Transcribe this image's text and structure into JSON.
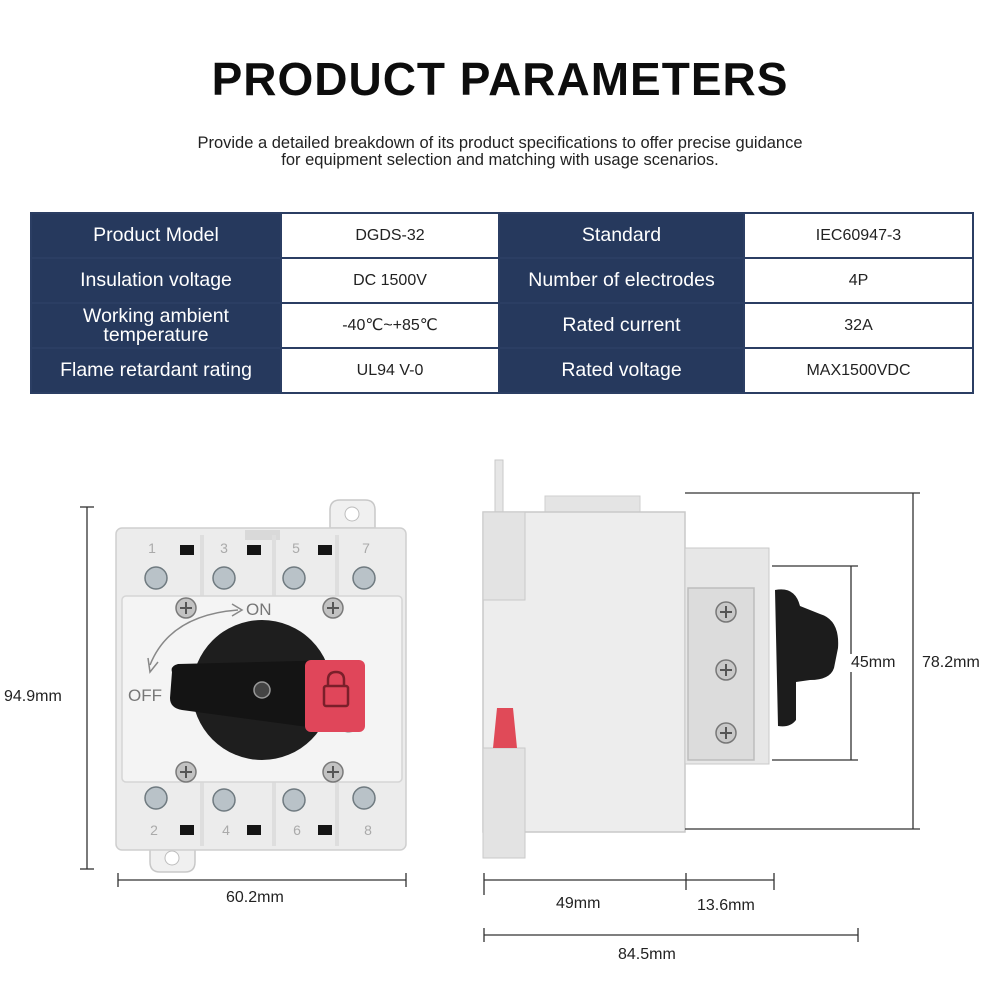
{
  "header": {
    "title": "PRODUCT PARAMETERS",
    "subtitle_line1": "Provide a detailed breakdown of its product specifications to offer precise guidance",
    "subtitle_line2": "for equipment selection and matching with usage scenarios."
  },
  "specs": {
    "rows": [
      {
        "label1": "Product Model",
        "value1": "DGDS-32",
        "label2": "Standard",
        "value2": "IEC60947-3"
      },
      {
        "label1": "Insulation voltage",
        "value1": "DC 1500V",
        "label2": "Number of electrodes",
        "value2": "4P"
      },
      {
        "label1_line1": "Working ambient",
        "label1_line2": "temperature",
        "value1": "-40℃~+85℃",
        "label2": "Rated current",
        "value2": "32A"
      },
      {
        "label1": "Flame retardant rating",
        "value1": "UL94 V-0",
        "label2": "Rated voltage",
        "value2": "MAX1500VDC"
      }
    ]
  },
  "diagram": {
    "front_view": {
      "height_label": "94.9mm",
      "width_label": "60.2mm",
      "on_label": "ON",
      "off_label": "OFF",
      "top_terminals": [
        "1",
        "3",
        "5",
        "7"
      ],
      "bottom_terminals": [
        "2",
        "4",
        "6",
        "8"
      ]
    },
    "side_view": {
      "handle_height_label": "45mm",
      "total_height_label": "78.2mm",
      "body_depth_label": "49mm",
      "handle_depth_label": "13.6mm",
      "total_depth_label": "84.5mm"
    },
    "colors": {
      "housing": "#eeeeee",
      "knob": "#1c1c1c",
      "lock_tab": "#e0465a",
      "table_header": "#26395d"
    }
  }
}
